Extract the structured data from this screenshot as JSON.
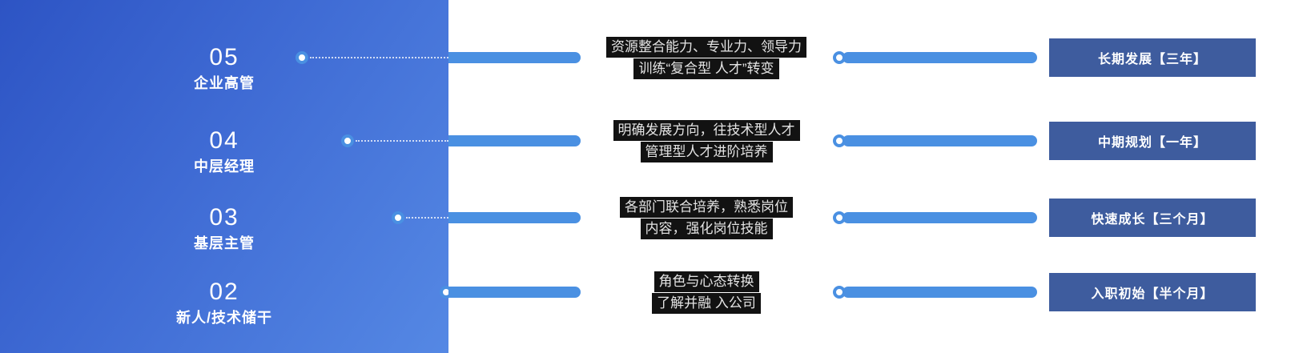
{
  "colors": {
    "panel_gradient_start": "#2d54c4",
    "panel_gradient_end": "#5588e4",
    "bar_blue": "#4a90e2",
    "stage_box_bg": "#3e5c9e",
    "highlight_bg": "#121212",
    "highlight_text": "#e4e4e4"
  },
  "rows": [
    {
      "number": "05",
      "level": "企业高管",
      "desc_lines": [
        "资源整合能力、专业力、领导力",
        "训练“复合型 人才”转变"
      ],
      "stage": "长期发展【三年】"
    },
    {
      "number": "04",
      "level": "中层经理",
      "desc_lines": [
        "明确发展方向，往技术型人才",
        "管理型人才进阶培养"
      ],
      "stage": "中期规划【一年】"
    },
    {
      "number": "03",
      "level": "基层主管",
      "desc_lines": [
        "各部门联合培养，熟悉岗位",
        "内容，强化岗位技能"
      ],
      "stage": "快速成长【三个月】"
    },
    {
      "number": "02",
      "level": "新人/技术储干",
      "desc_lines": [
        "角色与心态转换",
        "了解并融 入公司"
      ],
      "stage": "入职初始【半个月】"
    }
  ]
}
